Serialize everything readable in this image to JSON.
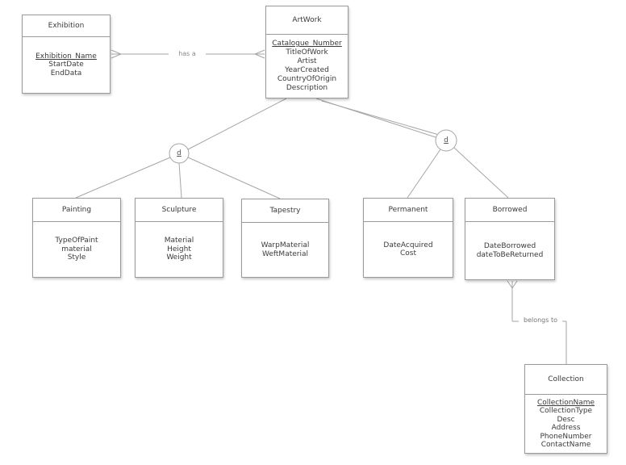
{
  "diagram": {
    "entities": [
      {
        "name": "Exhibition",
        "key": "Exhibition_Name",
        "attrs": [
          "StartDate",
          "EndData"
        ]
      },
      {
        "name": "ArtWork",
        "key": "Catalogue_Number",
        "attrs": [
          "TitleOfWork",
          "Artist",
          "YearCreated",
          "CountryOfOrigin",
          "Description"
        ]
      },
      {
        "name": "Painting",
        "attrs": [
          "TypeOfPaint",
          "material",
          "Style"
        ]
      },
      {
        "name": "Sculpture",
        "attrs": [
          "Material",
          "Height",
          "Weight"
        ]
      },
      {
        "name": "Tapestry",
        "attrs": [
          "WarpMaterial",
          "WeftMaterial"
        ]
      },
      {
        "name": "Permanent",
        "attrs": [
          "DateAcquired",
          "Cost"
        ]
      },
      {
        "name": "Borrowed",
        "attrs": [
          "DateBorrowed",
          "dateToBeReturned"
        ]
      },
      {
        "name": "Collection",
        "key": "CollectionName",
        "attrs": [
          "CollectionType",
          "Desc",
          "Address",
          "PhoneNumber",
          "ContactName"
        ]
      }
    ],
    "relationships": [
      {
        "label": "has a"
      },
      {
        "label": "belongs to"
      }
    ],
    "specialization_circles": [
      {
        "label": "d"
      },
      {
        "label": "d"
      }
    ],
    "colors": {
      "line": "#a6a6a6",
      "border": "#9a9a9a",
      "text": "#3a3a3a",
      "background": "#ffffff"
    }
  }
}
